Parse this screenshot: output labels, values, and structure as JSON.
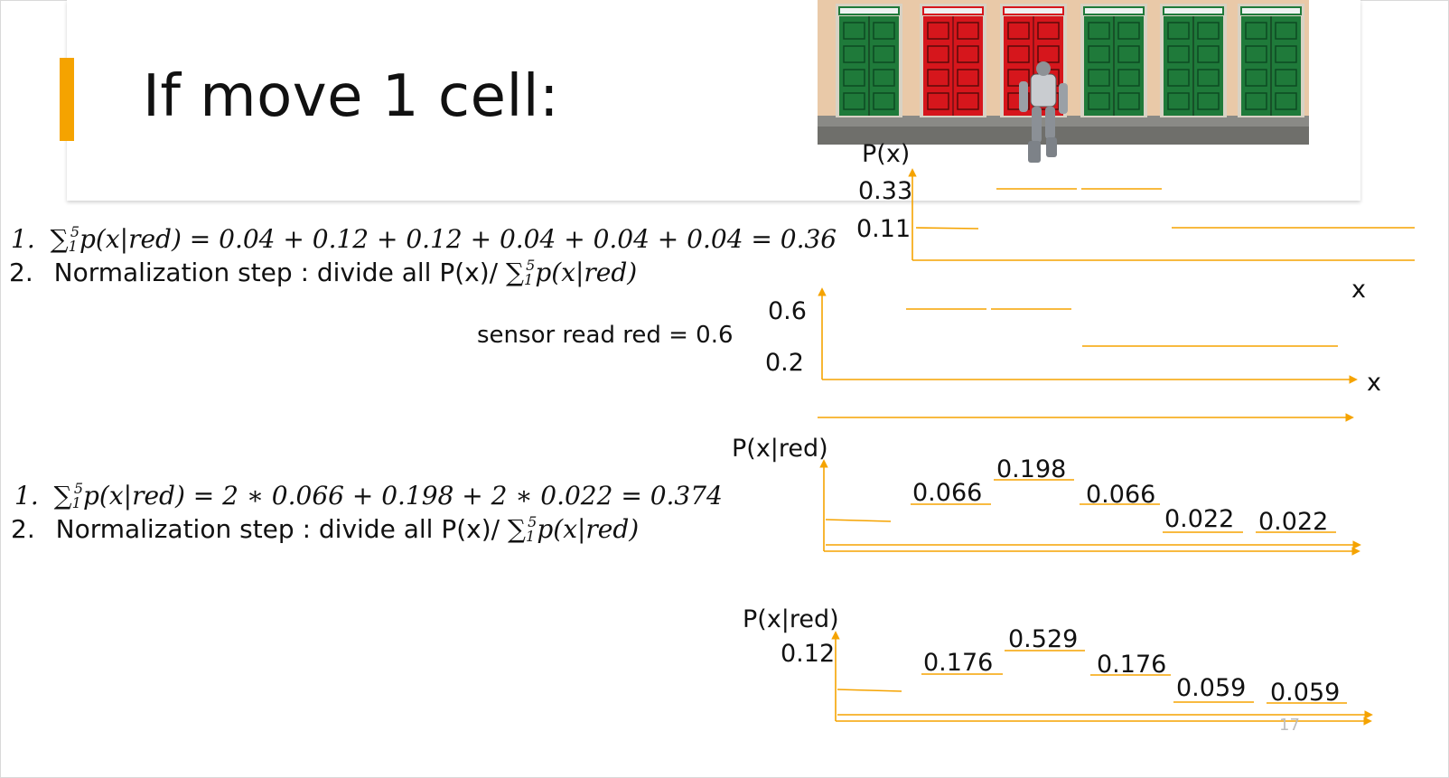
{
  "slide": {
    "title": "If move 1 cell:",
    "page_number": "17",
    "accent_color": "#f5a300",
    "line_color": "#f5a300"
  },
  "top_block": {
    "item1_num": "1.",
    "item1_expr": "= 0.04 + 0.12 + 0.12 + 0.04 + 0.04 + 0.04 = 0.36",
    "item2_num": "2.",
    "item2_text": "Normalization step : divide all P(x)/"
  },
  "sensor_text": "sensor read red = 0.6",
  "bottom_block": {
    "item1_num": "1.",
    "item1_expr": "= 2 ∗ 0.066 + 0.198 + 2 ∗ 0.022 = 0.374",
    "item2_num": "2.",
    "item2_text": "Normalization step : divide all P(x)/"
  },
  "math": {
    "sum": "∑",
    "sum_sub": "1",
    "sum_sup": "5",
    "term": "p(x|red)"
  },
  "door_image": {
    "doors": [
      "green",
      "red",
      "red",
      "green",
      "green",
      "green"
    ],
    "door_colors": {
      "green": "#1f7a3a",
      "red": "#d6161c"
    },
    "wall_color": "#e9c9a8",
    "robot_icon": "robot-icon"
  },
  "chart_data": [
    {
      "type": "line",
      "title": "",
      "ylabel": "P(x)",
      "xlabel": "x",
      "tick_labels": [
        "0.33",
        "0.11"
      ],
      "note": "step plot"
    },
    {
      "type": "line",
      "ylabel": "",
      "xlabel": "x",
      "tick_labels": [
        "0.6",
        "0.2"
      ]
    },
    {
      "type": "bar",
      "ylabel": "P(x|red)",
      "data_labels": [
        "0.066",
        "0.198",
        "0.066",
        "0.022",
        "0.022"
      ]
    },
    {
      "type": "bar",
      "ylabel": "P(x|red)",
      "tick_labels": [
        "0.12"
      ],
      "data_labels": [
        "0.176",
        "0.529",
        "0.176",
        "0.059",
        "0.059"
      ]
    }
  ]
}
